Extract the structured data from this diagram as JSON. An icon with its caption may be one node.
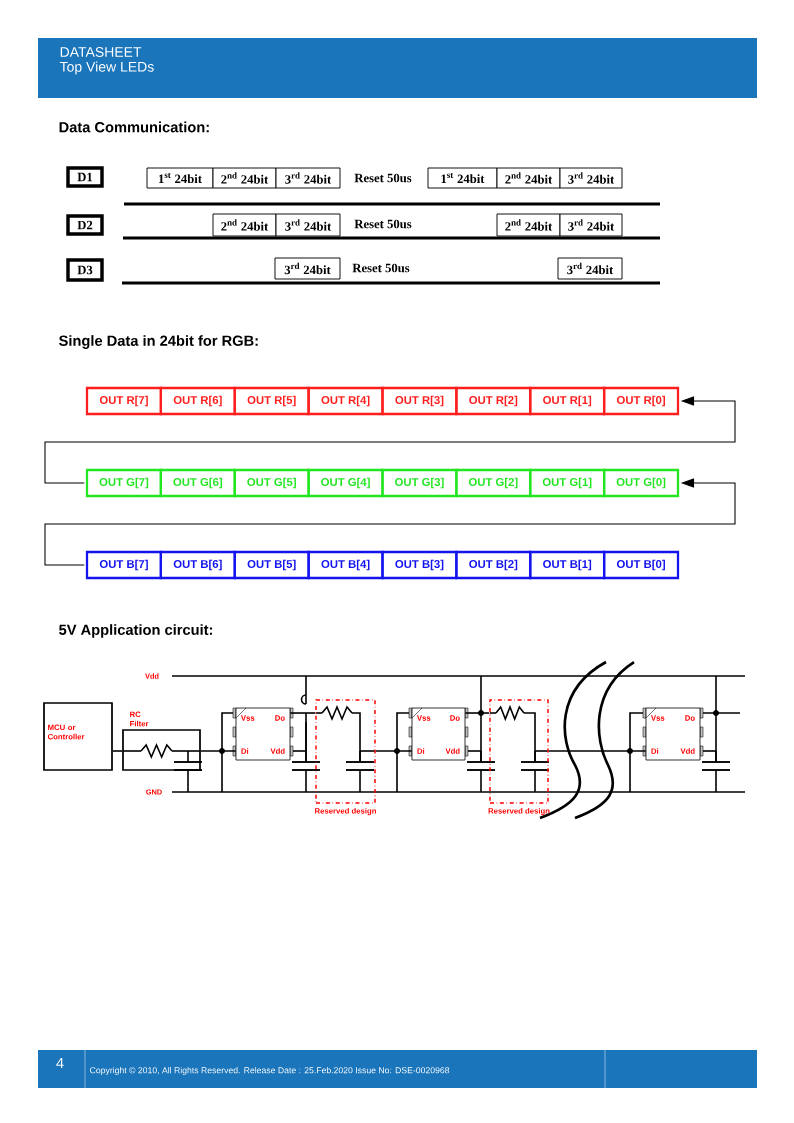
{
  "diagram": {
    "nodes": [
      {
        "text": [
          "D1"
        ]
      },
      {
        "text": [
          "1$^{st}$ 24bit"
        ]
      },
      {
        "text": [
          "2$^{nd}$ 24bit"
        ]
      },
      {
        "text": [
          "3$^{rd}$ 24bit"
        ]
      },
      {
        "text": [
          "1$^{st}$ 24bit"
        ]
      },
      {
        "text": [
          "2$^{nd}$ 24bit"
        ]
      },
      {
        "text": [
          "3$^{rd}$ 24bit"
        ]
      },
      {
        "text": [
          "D2"
        ]
      },
      {
        "text": [
          "2$^{nd}$ 24bit"
        ]
      },
      {
        "text": [
          "3$^{rd}$ 24bit"
        ]
      },
      {
        "text": [
          "2$^{nd}$ 24bit"
        ]
      },
      {
        "text": [
          "3$^{rd}$ 24bit"
        ]
      },
      {
        "text": [
          "D3"
        ]
      },
      {
        "text": [
          "3$^{rd}$ 24bit"
        ]
      },
      {
        "text": [
          "3$^{rd}$ 24bit"
        ]
      },
      {
        "text": [
          "OUT R[7]"
        ]
      },
      {
        "text": [
          "OUT R[6]"
        ]
      },
      {
        "text": [
          "OUT R[5]"
        ]
      },
      {
        "text": [
          "OUT R[4]"
        ]
      },
      {
        "text": [
          "OUT R[3]"
        ]
      },
      {
        "text": [
          "OUT R[2]"
        ]
      },
      {
        "text": [
          "OUT R[1]"
        ]
      },
      {
        "text": [
          "OUT R[0]"
        ]
      },
      {
        "text": [
          "OUT G[7]"
        ]
      },
      {
        "text": [
          "OUT G[6]"
        ]
      },
      {
        "text": [
          "OUT G[5]"
        ]
      },
      {
        "text": [
          "OUT G[4]"
        ]
      },
      {
        "text": [
          "OUT G[3]"
        ]
      },
      {
        "text": [
          "OUT G[2]"
        ]
      },
      {
        "text": [
          "OUT G[1]"
        ]
      },
      {
        "text": [
          "OUT G[0]"
        ]
      },
      {
        "text": [
          "OUT B[7]"
        ]
      },
      {
        "text": [
          "OUT B[6]"
        ]
      },
      {
        "text": [
          "OUT B[5]"
        ]
      },
      {
        "text": [
          "OUT B[4]"
        ]
      },
      {
        "text": [
          "OUT B[3]"
        ]
      },
      {
        "text": [
          "OUT B[2]"
        ]
      },
      {
        "text": [
          "OUT B[1]"
        ]
      },
      {
        "text": [
          "OUT B[0]"
        ]
      },
      {
        "text": [
          "MCU or Controller"
        ]
      },
      {
        "text": [
          "RC Filter"
        ]
      },
      {
        "text": [
          "Vss",
          "Do",
          "Di",
          "Vdd"
        ]
      },
      {
        "text": [
          "Reserved design"
        ]
      },
      {
        "text": [
          "Vss",
          "Do",
          "Di",
          "Vdd"
        ]
      },
      {
        "text": [
          "Reserved design"
        ]
      },
      {
        "text": [
          "Vss",
          "Do",
          "Di",
          "Vdd"
        ]
      }
    ],
    "edges": [
      {
        "from": 23,
        "to": 22,
        "arrow": "to"
      },
      {
        "from": 31,
        "to": 30,
        "arrow": "to"
      },
      {
        "from": 39,
        "to": 40,
        "arrow": "none"
      },
      {
        "from": 40,
        "to": 41,
        "arrow": "none"
      },
      {
        "from": 41,
        "to": 42,
        "arrow": "none"
      },
      {
        "from": 42,
        "to": 43,
        "arrow": "none"
      },
      {
        "from": 43,
        "to": 44,
        "arrow": "none"
      },
      {
        "from": 44,
        "to": 45,
        "arrow": "none"
      }
    ],
    "labels": [
      "DATASHEET",
      "Top View LEDs",
      "Data Communication:",
      "Reset 50us",
      "Reset 50us",
      "Reset 50us",
      "Single Data in 24bit for RGB:",
      "5V Application circuit:",
      "Vdd",
      "GND",
      "4",
      "Copyright © 2010, All Rights Reserved. Release Date : 25.Feb.2020 Issue No: DSE-0020968"
    ]
  }
}
